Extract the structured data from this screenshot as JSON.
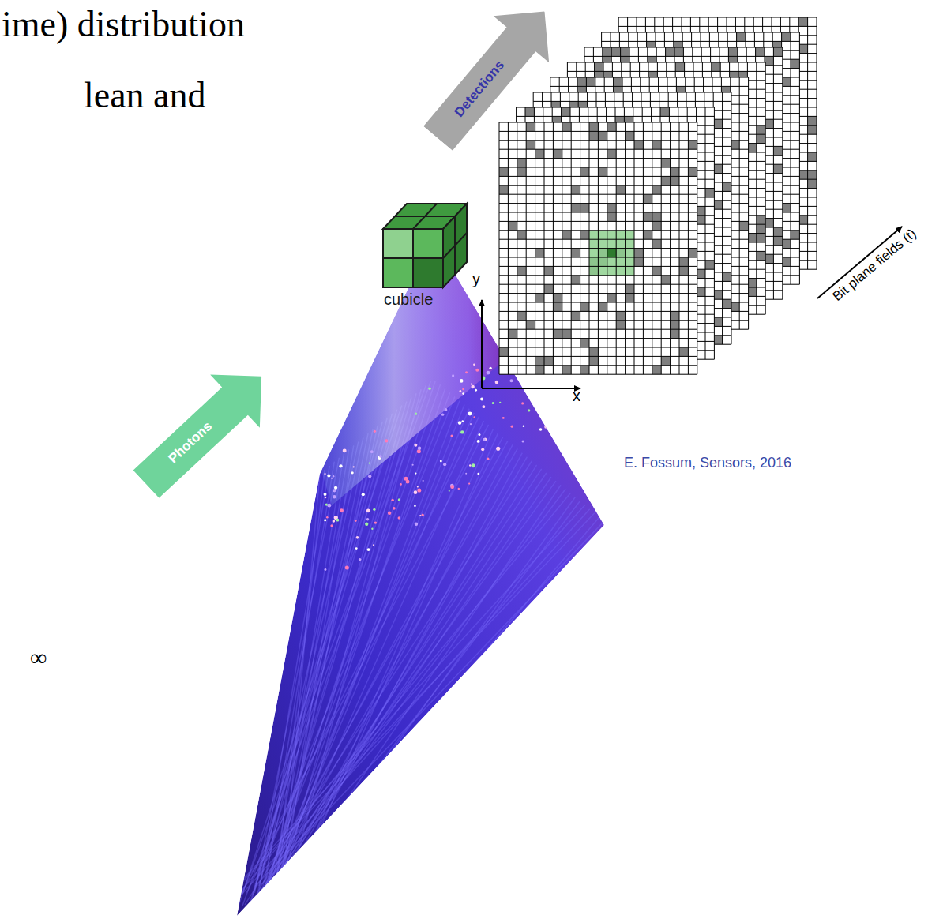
{
  "diagram": {
    "nodes": [
      {
        "text": [
          "Detections"
        ]
      },
      {
        "text": [
          "Photons"
        ]
      }
    ],
    "labels": [
      "ime) distribution",
      "lean and",
      "∞",
      "cubicle",
      "y",
      "x",
      "Bit plane fields (t)",
      "E. Fossum, Sensors, 2016"
    ]
  }
}
